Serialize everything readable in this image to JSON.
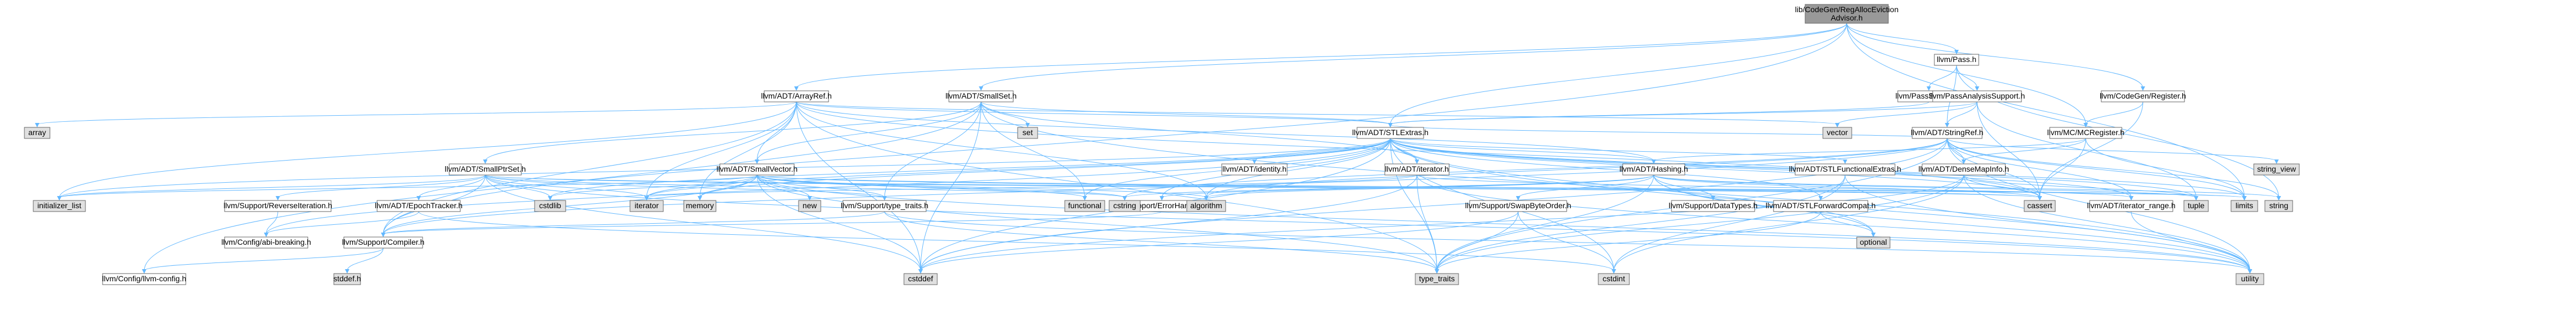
{
  "colors": {
    "root_fill": "#999999",
    "node_fill": "#ffffff",
    "node_stroke": "#666666",
    "system_fill": "#e0e0e0",
    "red_stroke": "#ff0000",
    "edge": "#63b8ff",
    "edge_dark": "#404040"
  },
  "nodes": [
    {
      "id": "root",
      "label": "lib/CodeGen/RegAllocEvictionAdvisor.h",
      "label2": "Advisor.h",
      "kind": "root"
    },
    {
      "id": "pass",
      "label": "llvm/Pass.h",
      "kind": "normal"
    },
    {
      "id": "passsupport",
      "label": "llvm/PassSupport.h",
      "kind": "red"
    },
    {
      "id": "passanalysis",
      "label": "llvm/PassAnalysisSupport.h",
      "kind": "normal"
    },
    {
      "id": "codegenreg",
      "label": "llvm/CodeGen/Register.h",
      "kind": "normal"
    },
    {
      "id": "mcreg",
      "label": "llvm/MC/MCRegister.h",
      "kind": "normal"
    },
    {
      "id": "arrayref",
      "label": "llvm/ADT/ArrayRef.h",
      "kind": "normal"
    },
    {
      "id": "smallset",
      "label": "llvm/ADT/SmallSet.h",
      "kind": "normal"
    },
    {
      "id": "stringref",
      "label": "llvm/ADT/StringRef.h",
      "kind": "normal"
    },
    {
      "id": "stlextras",
      "label": "llvm/ADT/STLExtras.h",
      "kind": "normal"
    },
    {
      "id": "densemapinfo",
      "label": "llvm/ADT/DenseMapInfo.h",
      "kind": "red"
    },
    {
      "id": "smallptrset",
      "label": "llvm/ADT/SmallPtrSet.h",
      "kind": "normal"
    },
    {
      "id": "smallvector",
      "label": "llvm/ADT/SmallVector.h",
      "kind": "normal"
    },
    {
      "id": "identity",
      "label": "llvm/ADT/identity.h",
      "kind": "normal"
    },
    {
      "id": "iterator",
      "label": "llvm/ADT/iterator.h",
      "kind": "normal"
    },
    {
      "id": "hashing",
      "label": "llvm/ADT/Hashing.h",
      "kind": "normal"
    },
    {
      "id": "stlfunctional",
      "label": "llvm/ADT/STLFunctionalExtras.h",
      "kind": "normal"
    },
    {
      "id": "reverseiter",
      "label": "llvm/Support/ReverseIteration.h",
      "kind": "red"
    },
    {
      "id": "epochtracker",
      "label": "llvm/ADT/EpochTracker.h",
      "kind": "normal"
    },
    {
      "id": "typetraits",
      "label": "llvm/Support/type_traits.h",
      "kind": "normal"
    },
    {
      "id": "errorhandling",
      "label": "llvm/Support/ErrorHandling.h",
      "kind": "normal"
    },
    {
      "id": "swapbyteorder",
      "label": "llvm/Support/SwapByteOrder.h",
      "kind": "red"
    },
    {
      "id": "datatypes",
      "label": "llvm/Support/DataTypes.h",
      "kind": "red"
    },
    {
      "id": "stlforward",
      "label": "llvm/ADT/STLForwardCompat.h",
      "kind": "normal"
    },
    {
      "id": "iterrange",
      "label": "llvm/ADT/iterator_range.h",
      "kind": "normal"
    },
    {
      "id": "abibreaking",
      "label": "llvm/Config/abi-breaking.h",
      "kind": "normal"
    },
    {
      "id": "compiler",
      "label": "llvm/Support/Compiler.h",
      "kind": "normal"
    },
    {
      "id": "llvmconfig",
      "label": "llvm/Config/llvm-config.h",
      "kind": "normal"
    },
    {
      "id": "array",
      "label": "array",
      "kind": "system"
    },
    {
      "id": "set",
      "label": "set",
      "kind": "system"
    },
    {
      "id": "vector",
      "label": "vector",
      "kind": "system"
    },
    {
      "id": "string_view",
      "label": "string_view",
      "kind": "system"
    },
    {
      "id": "initializer_list",
      "label": "initializer_list",
      "kind": "system"
    },
    {
      "id": "cstdlib",
      "label": "cstdlib",
      "kind": "system"
    },
    {
      "id": "iteratorsys",
      "label": "iterator",
      "kind": "system"
    },
    {
      "id": "memory",
      "label": "memory",
      "kind": "system"
    },
    {
      "id": "new",
      "label": "new",
      "kind": "system"
    },
    {
      "id": "functional",
      "label": "functional",
      "kind": "system"
    },
    {
      "id": "cstring",
      "label": "cstring",
      "kind": "system"
    },
    {
      "id": "algorithm",
      "label": "algorithm",
      "kind": "system"
    },
    {
      "id": "cassert",
      "label": "cassert",
      "kind": "system"
    },
    {
      "id": "tuple",
      "label": "tuple",
      "kind": "system"
    },
    {
      "id": "limits",
      "label": "limits",
      "kind": "system"
    },
    {
      "id": "string",
      "label": "string",
      "kind": "system"
    },
    {
      "id": "cstddef",
      "label": "cstddef",
      "kind": "system"
    },
    {
      "id": "type_traits",
      "label": "type_traits",
      "kind": "system"
    },
    {
      "id": "cstdint",
      "label": "cstdint",
      "kind": "system"
    },
    {
      "id": "optional",
      "label": "optional",
      "kind": "system"
    },
    {
      "id": "utility",
      "label": "utility",
      "kind": "system"
    },
    {
      "id": "stddef",
      "label": "stddef.h",
      "kind": "system"
    }
  ]
}
